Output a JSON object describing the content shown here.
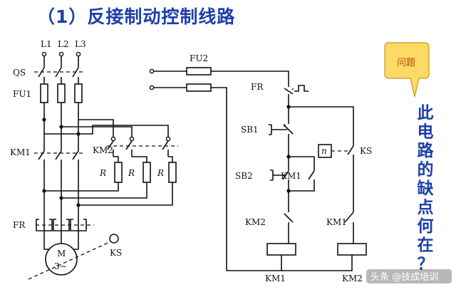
{
  "title": "（1）反接制动控制线路",
  "labels": {
    "l1": "L1",
    "l2": "L2",
    "l3": "L3",
    "qs": "QS",
    "fu1": "FU1",
    "km1_main": "KM1",
    "km2_main": "KM2",
    "r": "R",
    "fr_main": "FR",
    "motor_m": "M",
    "motor_3": "3~",
    "ks_main": "KS",
    "fu2": "FU2",
    "fr_ctrl": "FR",
    "sb1": "SB1",
    "sb2": "SB2",
    "km1_hold": "KM1",
    "n": "n",
    "ks_ctrl": "KS",
    "km2_contact": "KM2",
    "km1_contact": "KM1",
    "coil_km1": "KM1",
    "coil_km2": "KM2"
  },
  "question": {
    "tag": "问题",
    "chars": [
      "此",
      "电",
      "路",
      "的",
      "缺",
      "点",
      "何",
      "在",
      "？"
    ]
  },
  "watermark": "头条 @技成培训",
  "colors": {
    "title": "#1c3faa",
    "question_box": "#ffd965",
    "question_text": "#1c3faa"
  }
}
